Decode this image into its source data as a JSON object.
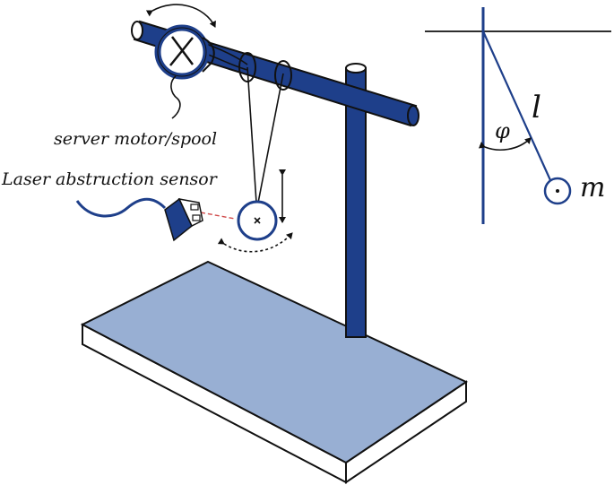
{
  "labels": {
    "motor": "server motor/spool",
    "laser": "Laser abstruction sensor",
    "length": "l",
    "angle": "φ",
    "mass": "m"
  },
  "colors": {
    "frame": "#1e3f8a",
    "base_top": "#98afd3",
    "base_side": "#ffffff",
    "outline": "#111111",
    "laser_beam": "#d04a4a"
  },
  "icons": {
    "motor": "motor-spool-icon",
    "sensor": "laser-sensor-icon",
    "bob": "pendulum-bob-icon"
  }
}
